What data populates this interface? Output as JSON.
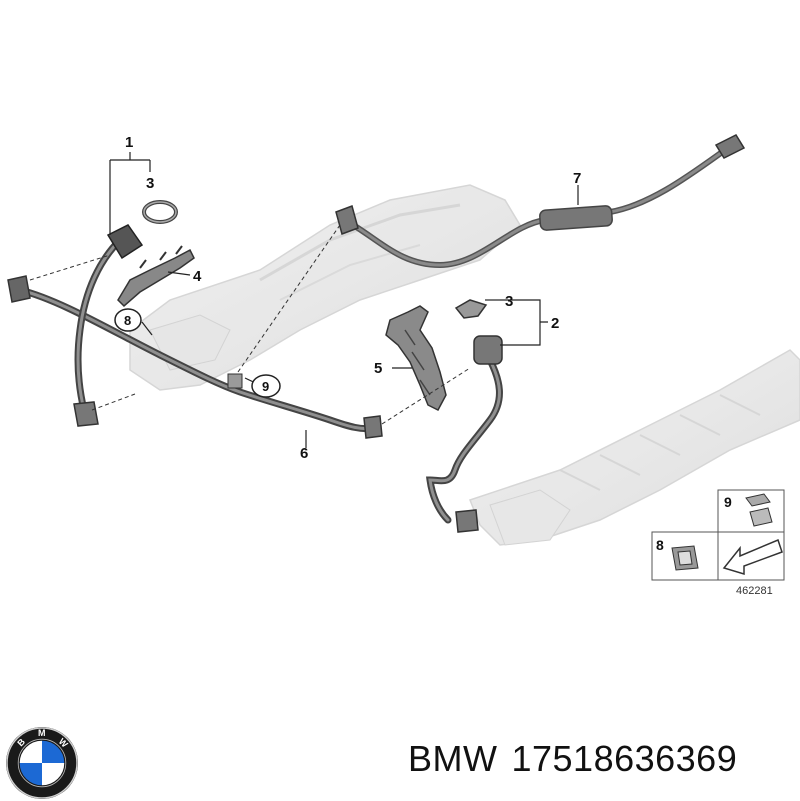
{
  "callouts": {
    "c1": "1",
    "c2": "2",
    "c3a": "3",
    "c3b": "3",
    "c4": "4",
    "c5": "5",
    "c6": "6",
    "c7": "7"
  },
  "circled": {
    "c8": "8",
    "c9": "9"
  },
  "inset": {
    "i9": "9",
    "i8": "8",
    "ref_number": "462281"
  },
  "caption": {
    "brand": "BMW",
    "part_number": "17518636369"
  },
  "logo": {
    "letters": "BMW",
    "colors": {
      "blue": "#1c69d4",
      "white": "#ffffff",
      "ring": "#1a1a1a"
    }
  }
}
